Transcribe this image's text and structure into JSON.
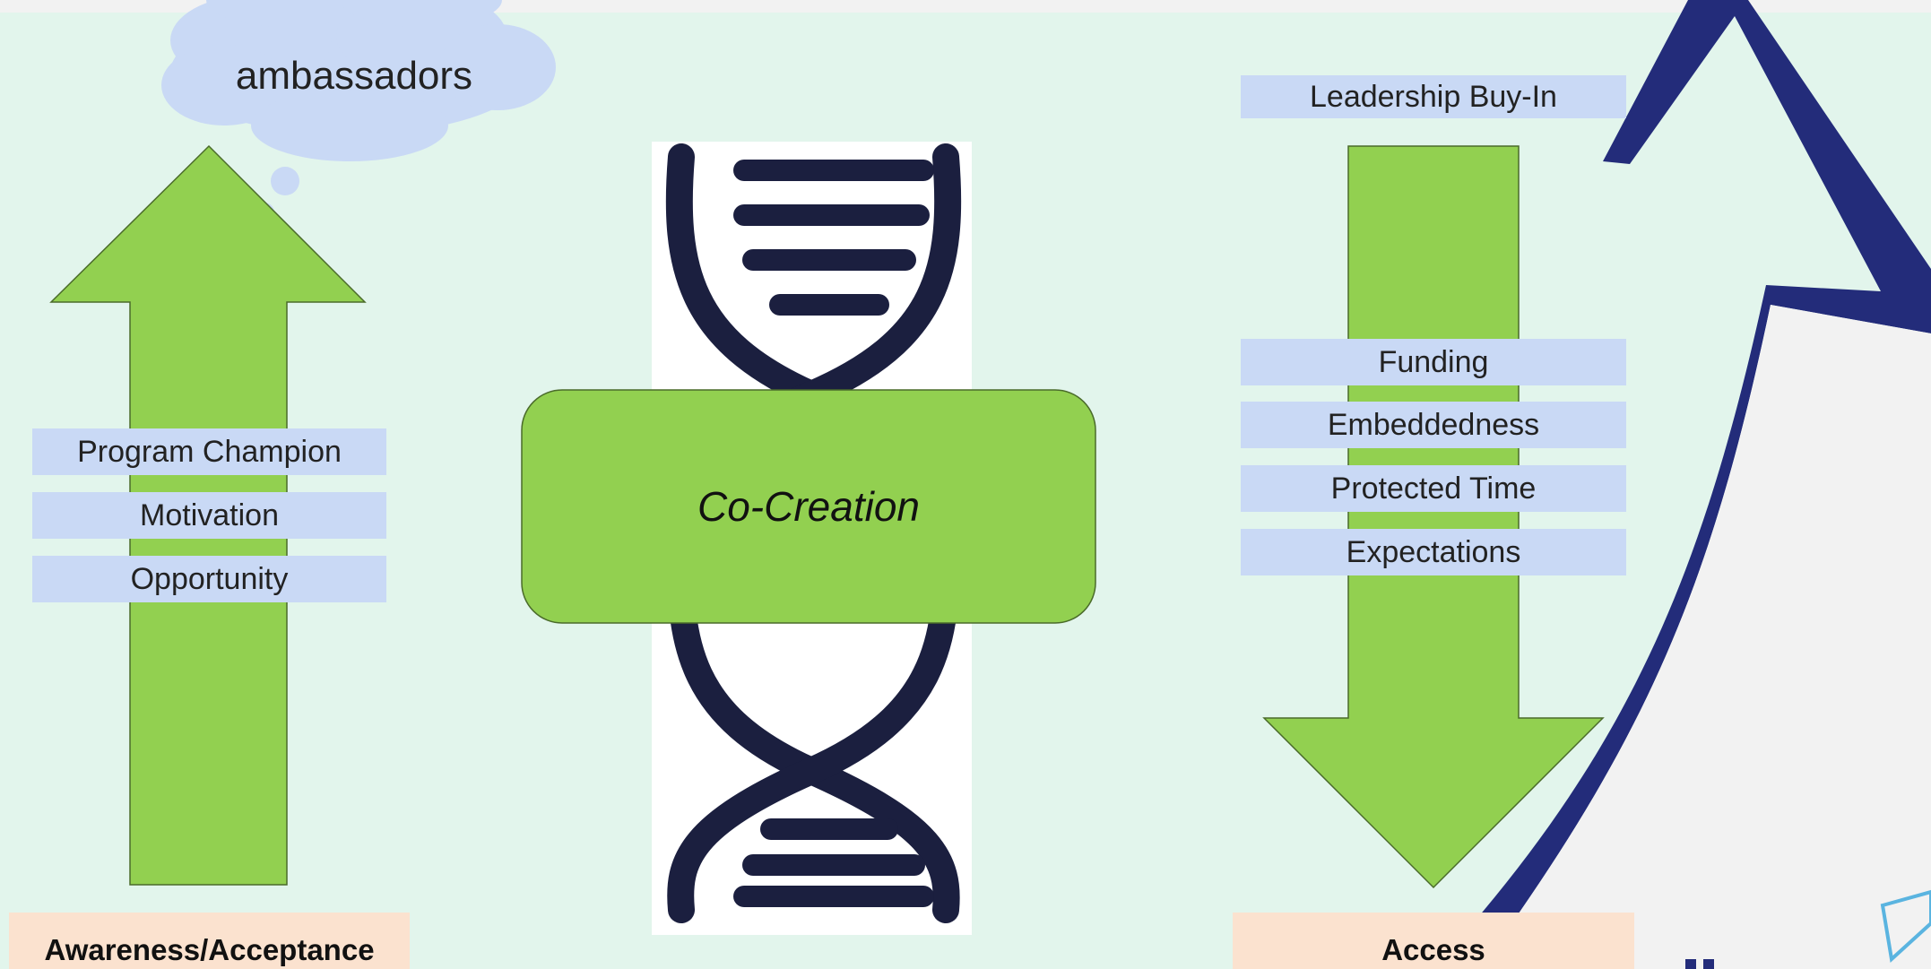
{
  "cloud": {
    "text": "ambassadors"
  },
  "left_arrow": {
    "labels": [
      "Program Champion",
      "Motivation",
      "Opportunity"
    ],
    "footer": "Awareness/Acceptance"
  },
  "center": {
    "label": "Co-Creation"
  },
  "right_arrow": {
    "top_label": "Leadership Buy-In",
    "labels": [
      "Funding",
      "Embeddedness",
      "Protected Time",
      "Expectations"
    ],
    "footer": "Access"
  },
  "colors": {
    "panel_bg": "#e2f5ec",
    "arrow_green": "#92d050",
    "label_blue": "#c9d9f5",
    "footer_peach": "#fbe2cf",
    "navy": "#232c7a",
    "dna_navy": "#1b1f3f",
    "cloud_blue": "#c9d9f5"
  }
}
